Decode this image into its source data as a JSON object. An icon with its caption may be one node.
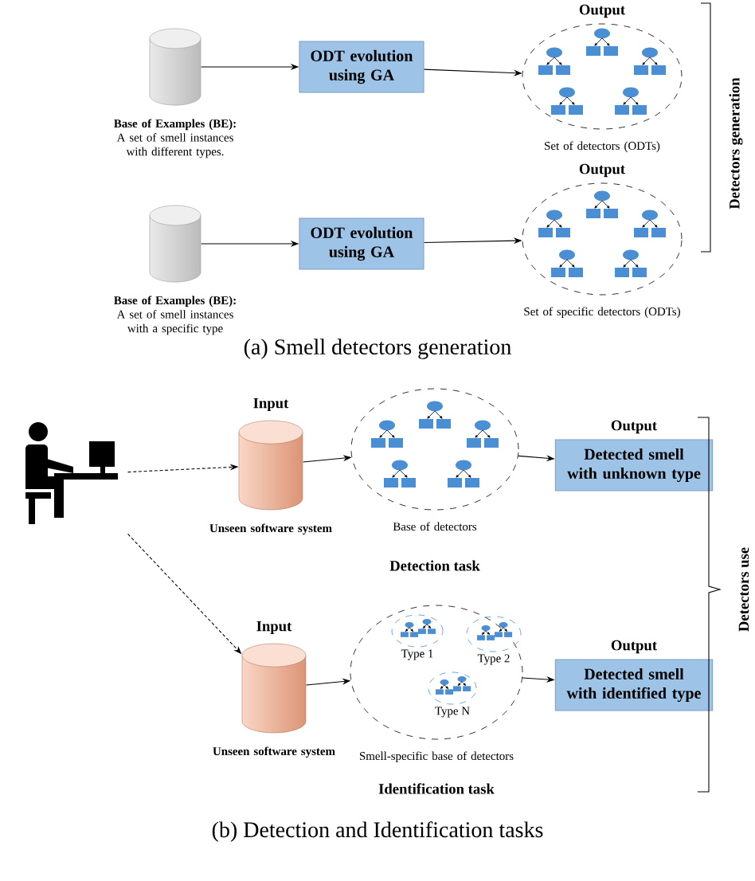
{
  "diagram": {
    "nodes": [
      {
        "text": [],
        "shape": "cylinder",
        "beside": [
          "**Base of Examples (BE):** A set of smell instances with different types."
        ]
      },
      {
        "text": [
          "ODT evolution using GA"
        ]
      },
      {
        "text": [
          "Output"
        ],
        "beside": [
          "Set of detectors (ODTs)"
        ]
      },
      {
        "text": [],
        "shape": "cylinder",
        "beside": [
          "**Base of Examples (BE):** A set of smell instances with a specific type"
        ]
      },
      {
        "text": [
          "ODT evolution using GA"
        ]
      },
      {
        "text": [
          "Output"
        ],
        "beside": [
          "Set of specific detectors (ODTs)"
        ]
      },
      {
        "text": [],
        "shape": "person"
      },
      {
        "text": [
          "Input"
        ],
        "beside": [
          "Unseen software system"
        ]
      },
      {
        "text": [],
        "shape": "ellipse",
        "beside": [
          "Base of detectors"
        ]
      },
      {
        "text": [
          "Output",
          "Detected smell with unknown type"
        ]
      },
      {
        "text": [
          "Input"
        ],
        "beside": [
          "Unseen software system"
        ]
      },
      {
        "text": [],
        "shape": "ellipse",
        "beside": [
          "Smell-specific base of detectors"
        ]
      },
      {
        "text": [],
        "shape": "ellipse",
        "in": 11,
        "beside": [
          "Type 1"
        ]
      },
      {
        "text": [],
        "shape": "ellipse",
        "in": 11,
        "beside": [
          "Type 2"
        ]
      },
      {
        "text": [],
        "shape": "ellipse",
        "in": 11,
        "beside": [
          "Type N"
        ]
      },
      {
        "text": [
          "Output",
          "Detected smell with identified type"
        ]
      }
    ],
    "edges": [
      {
        "from": 0,
        "to": 1,
        "arrow": "to"
      },
      {
        "from": 1,
        "to": 2,
        "arrow": "to"
      },
      {
        "from": 3,
        "to": 4,
        "arrow": "to"
      },
      {
        "from": 4,
        "to": 5,
        "arrow": "to"
      },
      {
        "from": 6,
        "to": 7,
        "arrow": "to",
        "style": "dashed"
      },
      {
        "from": 6,
        "to": 10,
        "arrow": "to",
        "style": "dashed"
      },
      {
        "from": 7,
        "to": 8,
        "arrow": "to"
      },
      {
        "from": 8,
        "to": 9,
        "arrow": "to"
      },
      {
        "from": 10,
        "to": 11,
        "arrow": "to"
      },
      {
        "from": 11,
        "to": 15,
        "arrow": "to"
      }
    ],
    "labels": [
      "Detectors generation",
      "(a) Smell detectors generation",
      "Detection task",
      "Detectors use",
      "Identification task",
      "(b) Detection and Identification tasks"
    ]
  }
}
